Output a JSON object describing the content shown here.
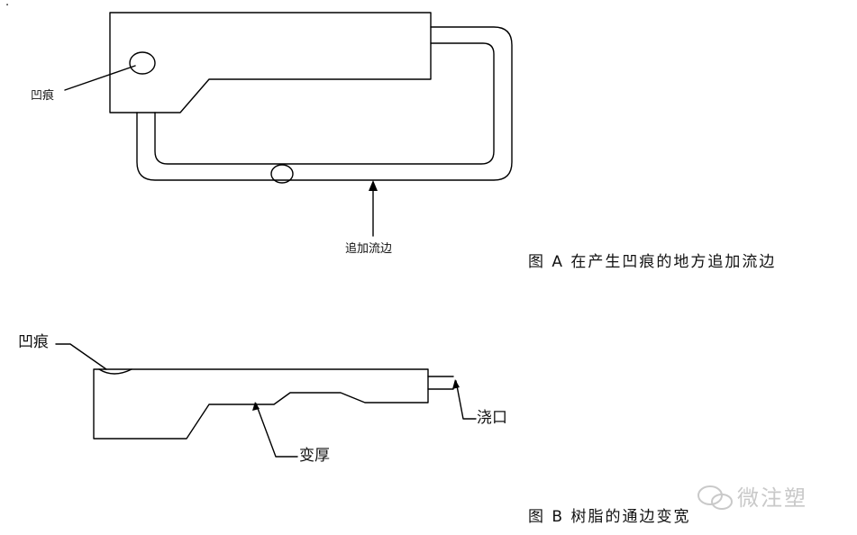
{
  "figure_a": {
    "labels": {
      "dent": "凹痕",
      "added_runner": "追加流边"
    },
    "caption": "图 A 在产生凹痕的地方追加流边"
  },
  "figure_b": {
    "labels": {
      "dent": "凹痕",
      "gate": "浇口",
      "thickening": "变厚"
    },
    "caption": "图 B 树脂的通边变宽"
  },
  "watermark": {
    "text": "微注塑",
    "icon": "wechat-logo-icon"
  },
  "corner_mark": "."
}
